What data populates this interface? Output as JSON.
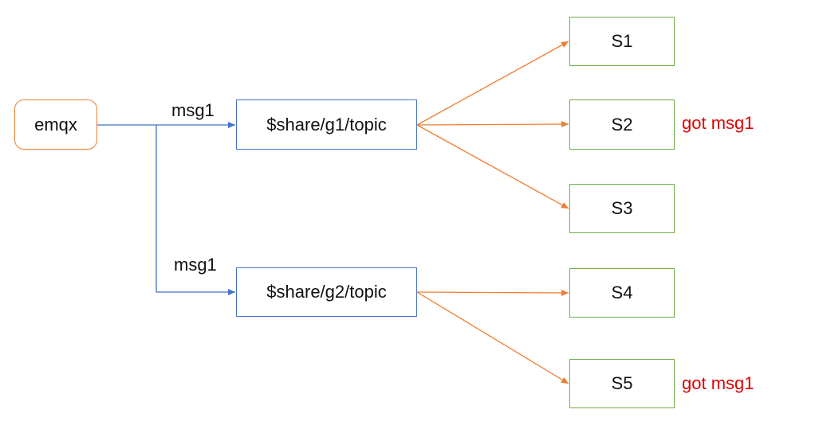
{
  "nodes": {
    "source": "emqx",
    "group1_topic": "$share/g1/topic",
    "group2_topic": "$share/g2/topic",
    "subscribers": [
      "S1",
      "S2",
      "S3",
      "S4",
      "S5"
    ]
  },
  "edge_labels": {
    "to_group1": "msg1",
    "to_group2": "msg1"
  },
  "annotations": {
    "s2_note": "got msg1",
    "s5_note": "got msg1"
  },
  "colors": {
    "source_border": "#ED7D31",
    "topic_border": "#4472C4",
    "subscriber_border": "#70AD47",
    "blue_line": "#4472C4",
    "orange_line": "#ED7D31",
    "note_text": "#E00000"
  }
}
